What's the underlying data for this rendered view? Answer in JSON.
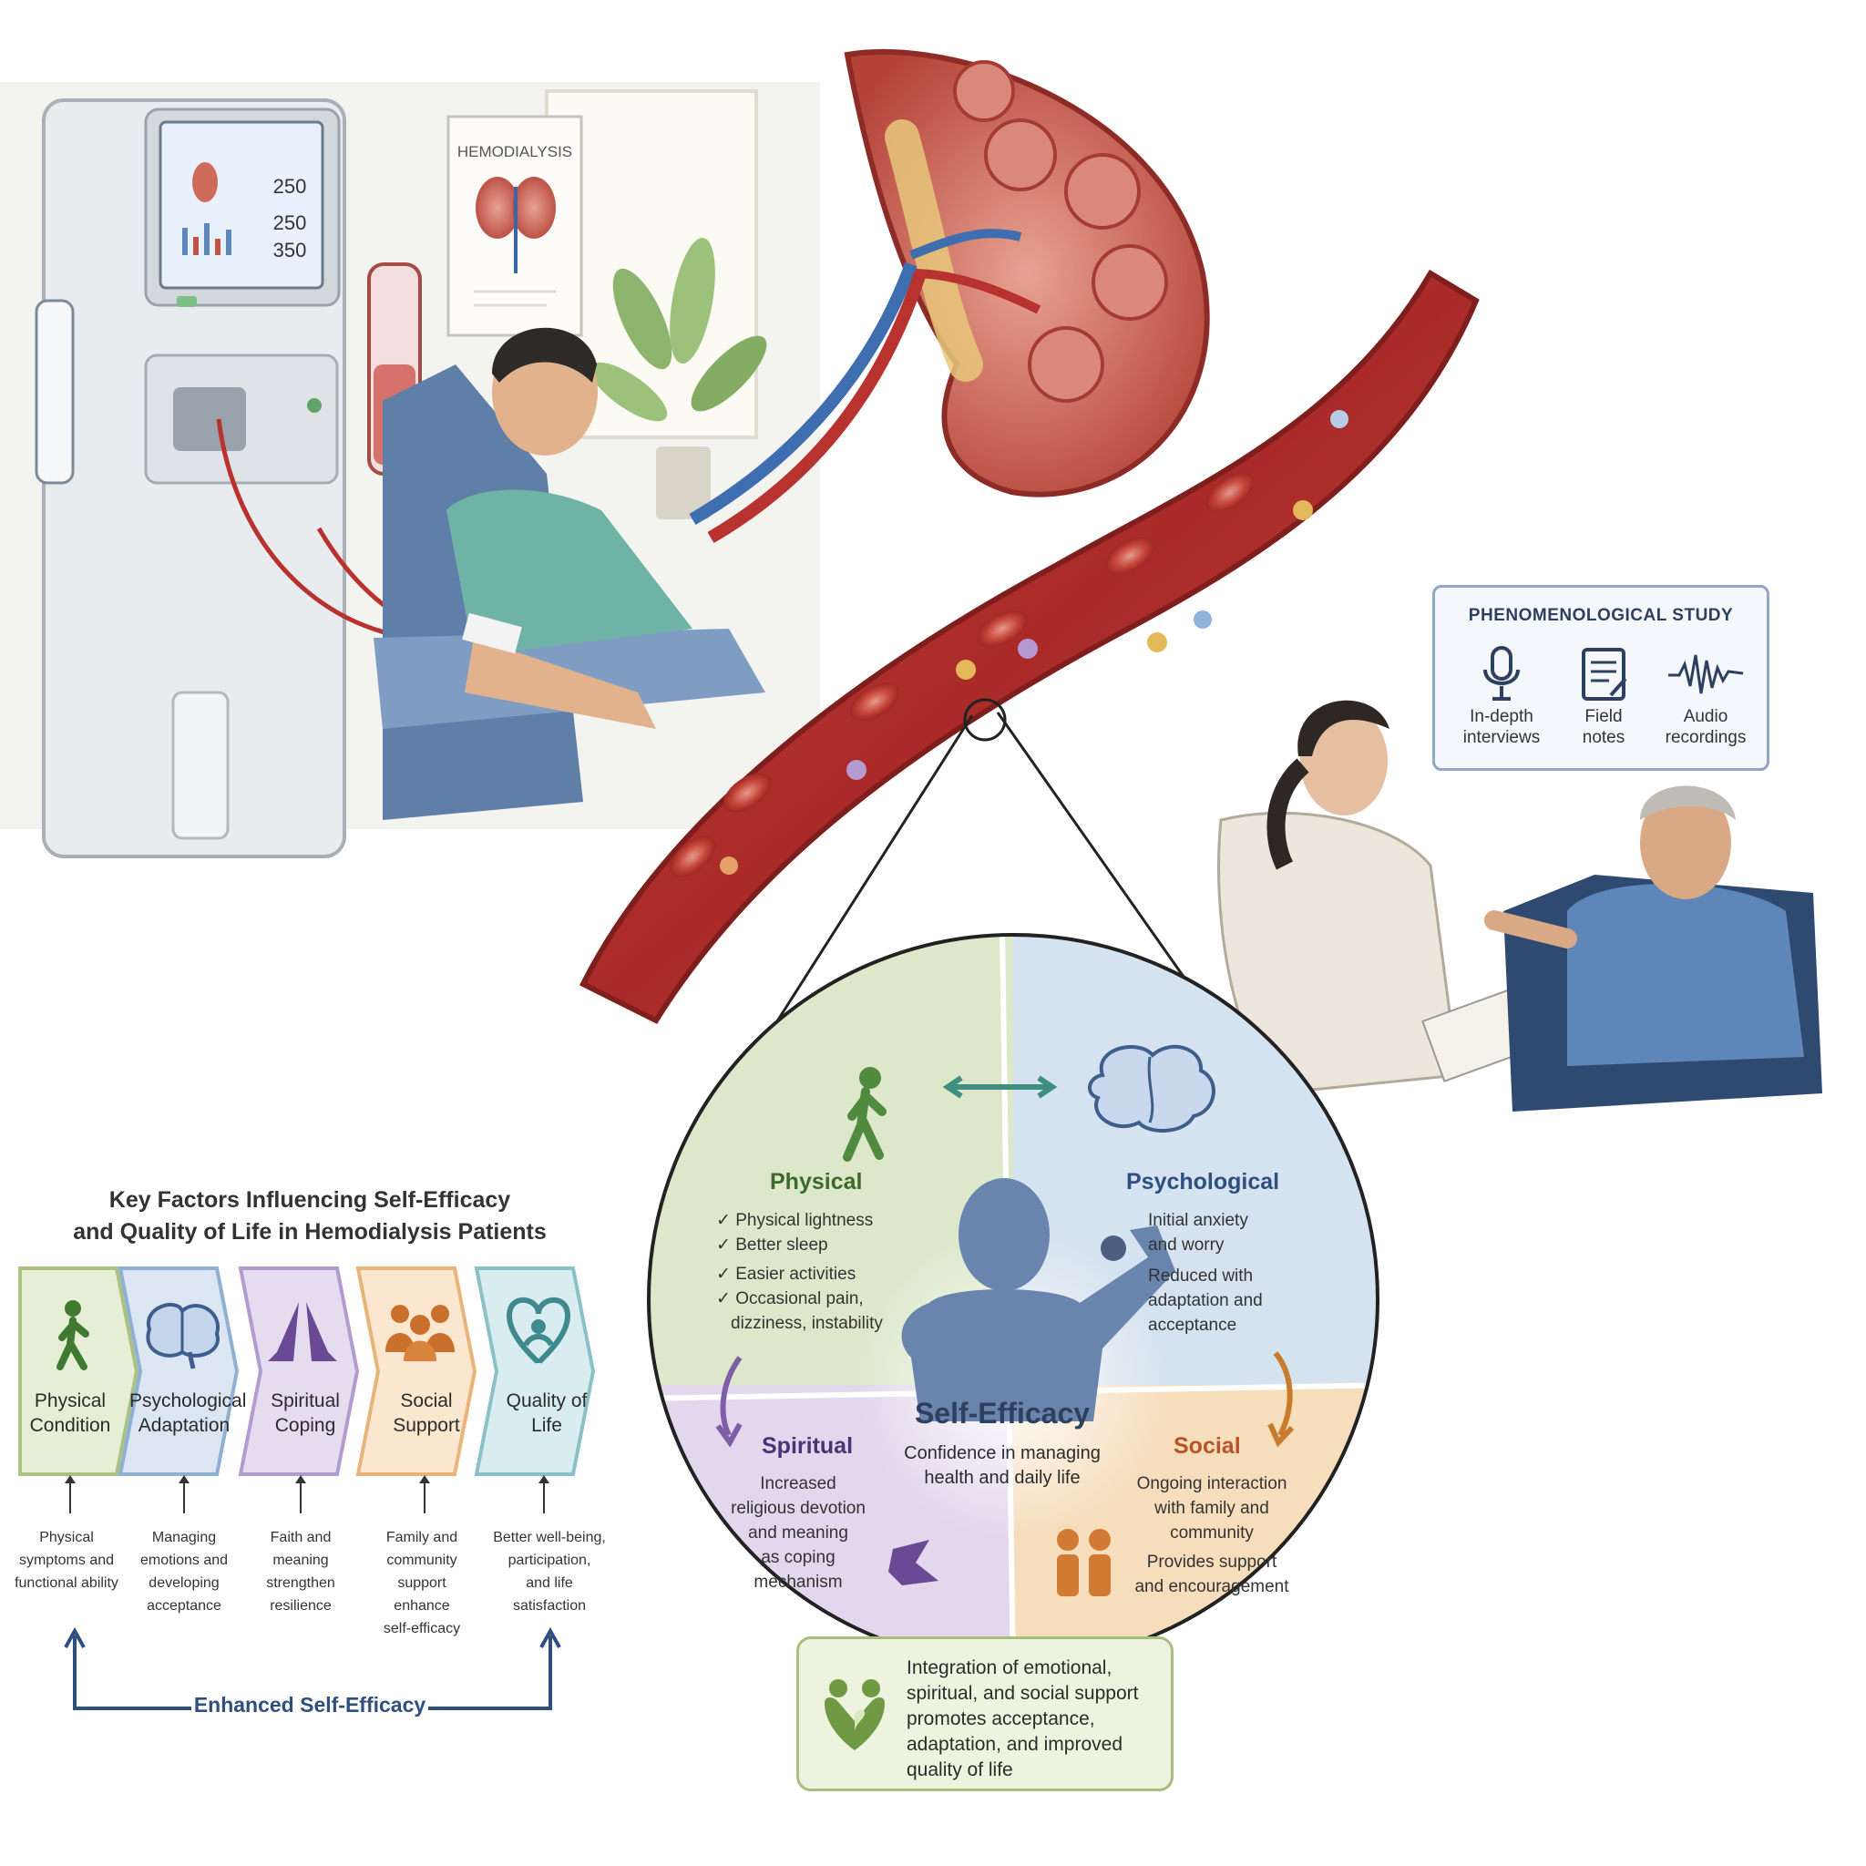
{
  "illustration": {
    "monitor_values": [
      "250",
      "250",
      "350"
    ],
    "poster_title": "HEMODIALYSIS"
  },
  "study": {
    "title": "PHENOMENOLOGICAL STUDY",
    "items": [
      {
        "icon": "microphone-icon",
        "label_1": "In-depth",
        "label_2": "interviews"
      },
      {
        "icon": "notepad-icon",
        "label_1": "Field",
        "label_2": "notes"
      },
      {
        "icon": "soundwave-icon",
        "label_1": "Audio",
        "label_2": "recordings"
      }
    ]
  },
  "flow": {
    "title_1": "Key Factors Influencing Self-Efficacy",
    "title_2": "and Quality of Life in Hemodialysis Patients",
    "steps": [
      {
        "label_1": "Physical",
        "label_2": "Condition",
        "icon": "walking-person-icon",
        "color": "#e6efd6",
        "border": "#a9c182",
        "desc": [
          "Physical",
          "symptoms and",
          "functional ability"
        ]
      },
      {
        "label_1": "Psychological",
        "label_2": "Adaptation",
        "icon": "brain-icon",
        "color": "#dbe6f2",
        "border": "#8fb0d3",
        "desc": [
          "Managing",
          "emotions and",
          "developing",
          "acceptance"
        ]
      },
      {
        "label_1": "Spiritual",
        "label_2": "Coping",
        "icon": "praying-hands-icon",
        "color": "#e6dcf0",
        "border": "#b39bcf",
        "desc": [
          "Faith and",
          "meaning",
          "strengthen",
          "resilience"
        ]
      },
      {
        "label_1": "Social",
        "label_2": "Support",
        "icon": "people-group-icon",
        "color": "#fbe7cf",
        "border": "#e8b47a",
        "desc": [
          "Family and",
          "community",
          "support",
          "enhance",
          "self-efficacy"
        ]
      },
      {
        "label_1": "Quality of",
        "label_2": "Life",
        "icon": "heart-hands-icon",
        "color": "#d9ecef",
        "border": "#8cc0c8",
        "desc": [
          "Better well-being,",
          "participation,",
          "and life",
          "satisfaction"
        ]
      }
    ],
    "enhanced_label": "Enhanced Self-Efficacy"
  },
  "circle": {
    "physical": {
      "title": "Physical",
      "items": [
        "Physical lightness",
        "Better sleep",
        "Easier activities",
        "Occasional pain,",
        "dizziness, instability"
      ]
    },
    "psychological": {
      "title": "Psychological",
      "lines": [
        "Initial anxiety",
        "and worry",
        "Reduced with",
        "adaptation and",
        "acceptance"
      ]
    },
    "spiritual": {
      "title": "Spiritual",
      "lines": [
        "Increased",
        "religious devotion",
        "and meaning",
        "as coping",
        "mechanism"
      ]
    },
    "social": {
      "title": "Social",
      "lines": [
        "Ongoing interaction",
        "with family and",
        "community",
        "Provides support",
        "and encouragement"
      ]
    },
    "center": {
      "title": "Self-Efficacy",
      "lines": [
        "Confidence in managing",
        "health and daily life"
      ]
    }
  },
  "integration": {
    "lines": [
      "Integration of emotional,",
      "spiritual, and social support",
      "promotes acceptance,",
      "adaptation, and improved",
      "quality of life"
    ]
  },
  "colors": {
    "physical": "#dfe9cc",
    "psychological": "#d6e3f0",
    "spiritual": "#e3d8ee",
    "social": "#f8dfbd",
    "blood": "#b8322f"
  }
}
